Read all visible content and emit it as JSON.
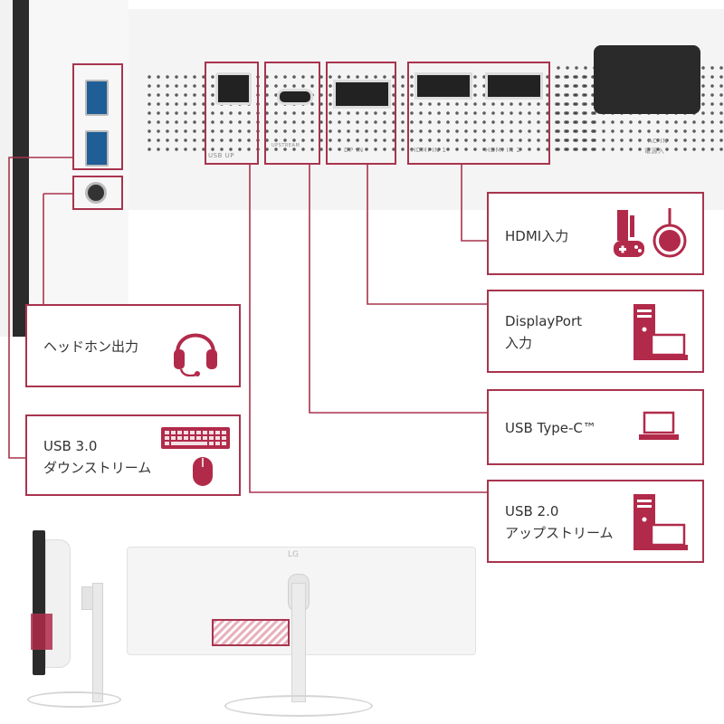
{
  "ports": {
    "usb_up": "USB UP",
    "upstream_tag": "UPSTREAM",
    "dp_in": "DP IN",
    "hdmi_in_1": "HDMI IN 1",
    "hdmi_in_2": "HDMI IN 2",
    "ac_in": "AC-IN",
    "ac_in_jp": "電源入"
  },
  "panels": {
    "headphone": {
      "label": "ヘッドホン出力",
      "icon": "headphones-icon"
    },
    "usb30": {
      "line1": "USB 3.0",
      "line2": "ダウンストリーム",
      "icons": [
        "keyboard-icon",
        "mouse-icon"
      ]
    },
    "hdmi": {
      "label": "HDMI入力",
      "icons": [
        "game-console-icon",
        "streaming-stick-icon"
      ]
    },
    "displayport": {
      "line1": "DisplayPort",
      "line2": "入力",
      "icon": "desktop-pc-icon"
    },
    "usbc": {
      "label": "USB Type-C™",
      "icon": "laptop-icon"
    },
    "usb20": {
      "line1": "USB 2.0",
      "line2": "アップストリーム",
      "icon": "desktop-pc-icon"
    }
  },
  "monitor_front": {
    "brand": "LG"
  },
  "colors": {
    "accent": "#a8344e",
    "accent_fill": "#b22a4a",
    "panel_bg": "#ffffff",
    "metal": "#e9e9e9"
  }
}
